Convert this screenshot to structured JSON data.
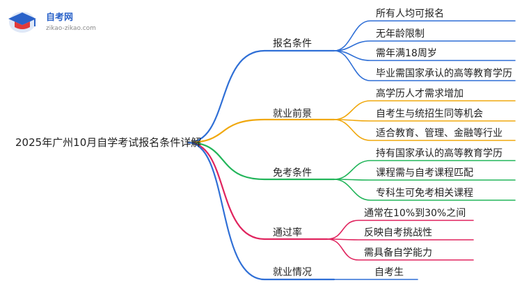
{
  "logo": {
    "title": "自考网",
    "url": "zikao-zikao.com"
  },
  "root": {
    "label": "2025年广州10月自学考试报名条件详解"
  },
  "branches": [
    {
      "label": "报名条件",
      "color": "#2f6fd6",
      "leaves": [
        "所有人均可报名",
        "无年龄限制",
        "需年满18周岁",
        "毕业需国家承认的高等教育学历"
      ]
    },
    {
      "label": "就业前景",
      "color": "#f0a80e",
      "leaves": [
        "高学历人才需求增加",
        "自考生与统招生同等机会",
        "适合教育、管理、金融等行业"
      ]
    },
    {
      "label": "免考条件",
      "color": "#22b55a",
      "leaves": [
        "持有国家承认的高等教育学历",
        "课程需与自考课程匹配",
        "专科生可免考相关课程"
      ]
    },
    {
      "label": "通过率",
      "color": "#e0245e",
      "leaves": [
        "通常在10%到30%之间",
        "反映自考挑战性",
        "需具备自学能力"
      ]
    },
    {
      "label": "就业情况",
      "color": "#2f6fd6",
      "leaves": [
        "自考生"
      ]
    }
  ]
}
